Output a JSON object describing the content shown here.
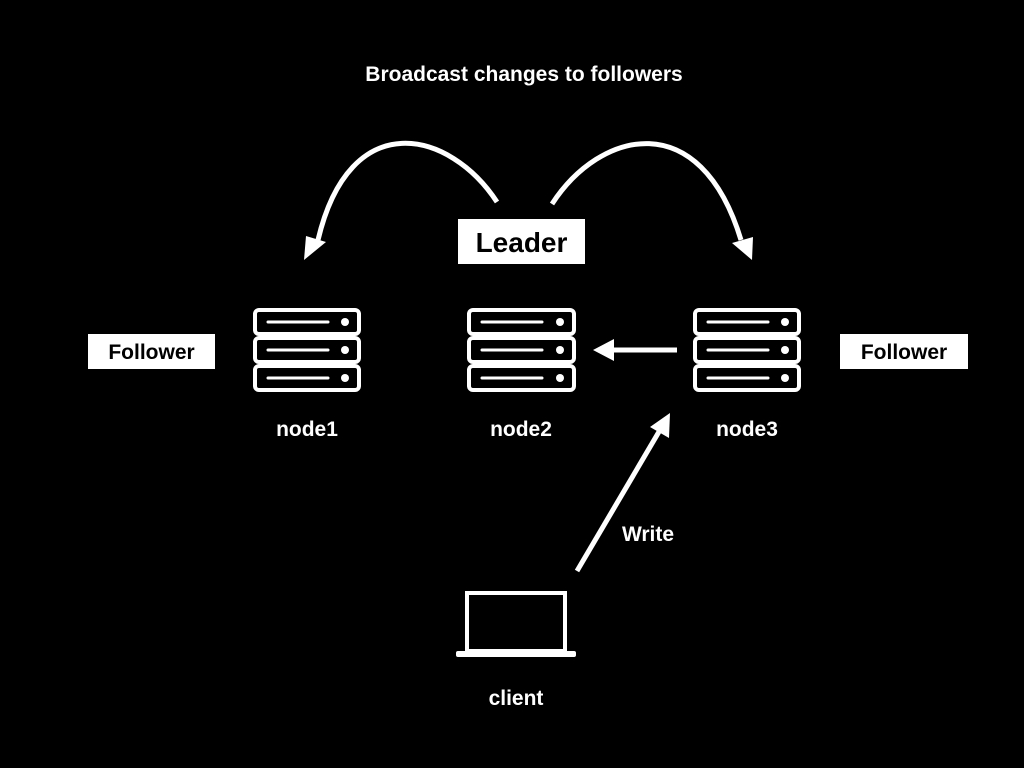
{
  "title": "Broadcast changes to followers",
  "leader_label": "Leader",
  "follower_labels": [
    "Follower",
    "Follower"
  ],
  "nodes": [
    "node1",
    "node2",
    "node3"
  ],
  "client_label": "client",
  "write_label": "Write",
  "colors": {
    "background": "#000000",
    "foreground": "#ffffff"
  }
}
